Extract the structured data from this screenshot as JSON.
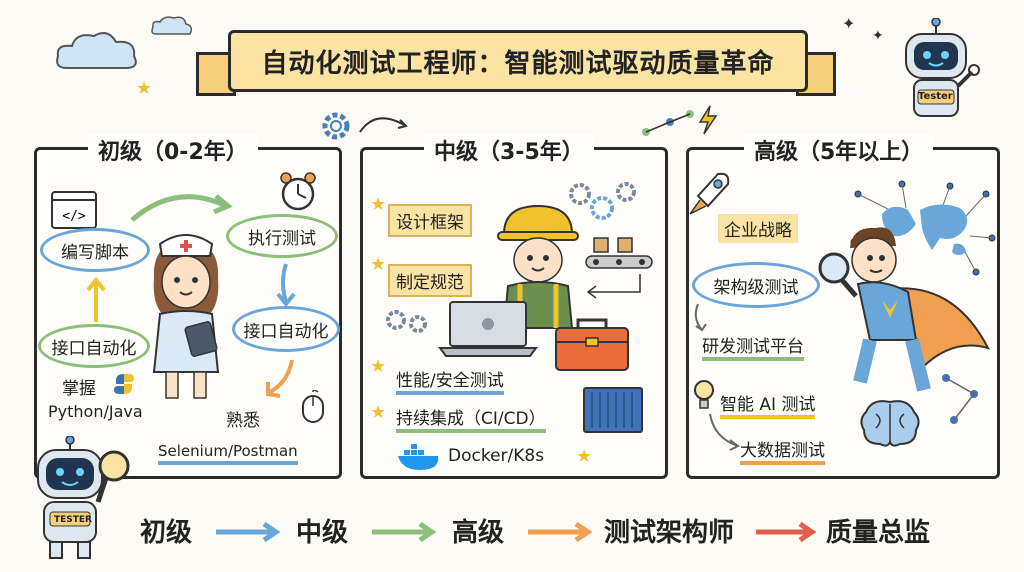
{
  "title": "自动化测试工程师：智能测试驱动质量革命",
  "robot_badge": "Tester",
  "robot_badge_bottom": "TESTER",
  "junior": {
    "title": "初级（0-2年）",
    "write_script": "编写脚本",
    "execute_test": "执行测试",
    "api_automation_left": "接口自动化",
    "api_automation_right": "接口自动化",
    "master": "掌握",
    "languages": "Python/Java",
    "familiar": "熟悉",
    "tools": "Selenium/Postman"
  },
  "middle": {
    "title": "中级（3-5年）",
    "design_framework": "设计框架",
    "set_standards": "制定规范",
    "perf_security": "性能/安全测试",
    "cicd": "持续集成（CI/CD）",
    "docker": "Docker/K8s"
  },
  "senior": {
    "title": "高级（5年以上）",
    "strategy": "企业战略",
    "arch_test": "架构级测试",
    "platform": "研发测试平台",
    "ai_test": "智能 AI 测试",
    "bigdata": "大数据测试"
  },
  "path": [
    "初级",
    "中级",
    "高级",
    "测试架构师",
    "质量总监"
  ],
  "colors": {
    "blue": "#6aa6d8",
    "green": "#8cc07a",
    "orange": "#f0a050",
    "yellow_hl": "#fbe3a4",
    "ribbon": "#fbe3a4"
  },
  "icons": [
    "cloud-icon",
    "code-window-icon",
    "alarm-clock-icon",
    "python-icon",
    "mouse-icon",
    "gear-icon",
    "lightning-icon",
    "rocket-icon",
    "world-map-icon",
    "magnifier-icon",
    "brain-icon",
    "lightbulb-icon",
    "docker-whale-icon",
    "container-icon",
    "toolbox-icon",
    "laptop-icon"
  ]
}
